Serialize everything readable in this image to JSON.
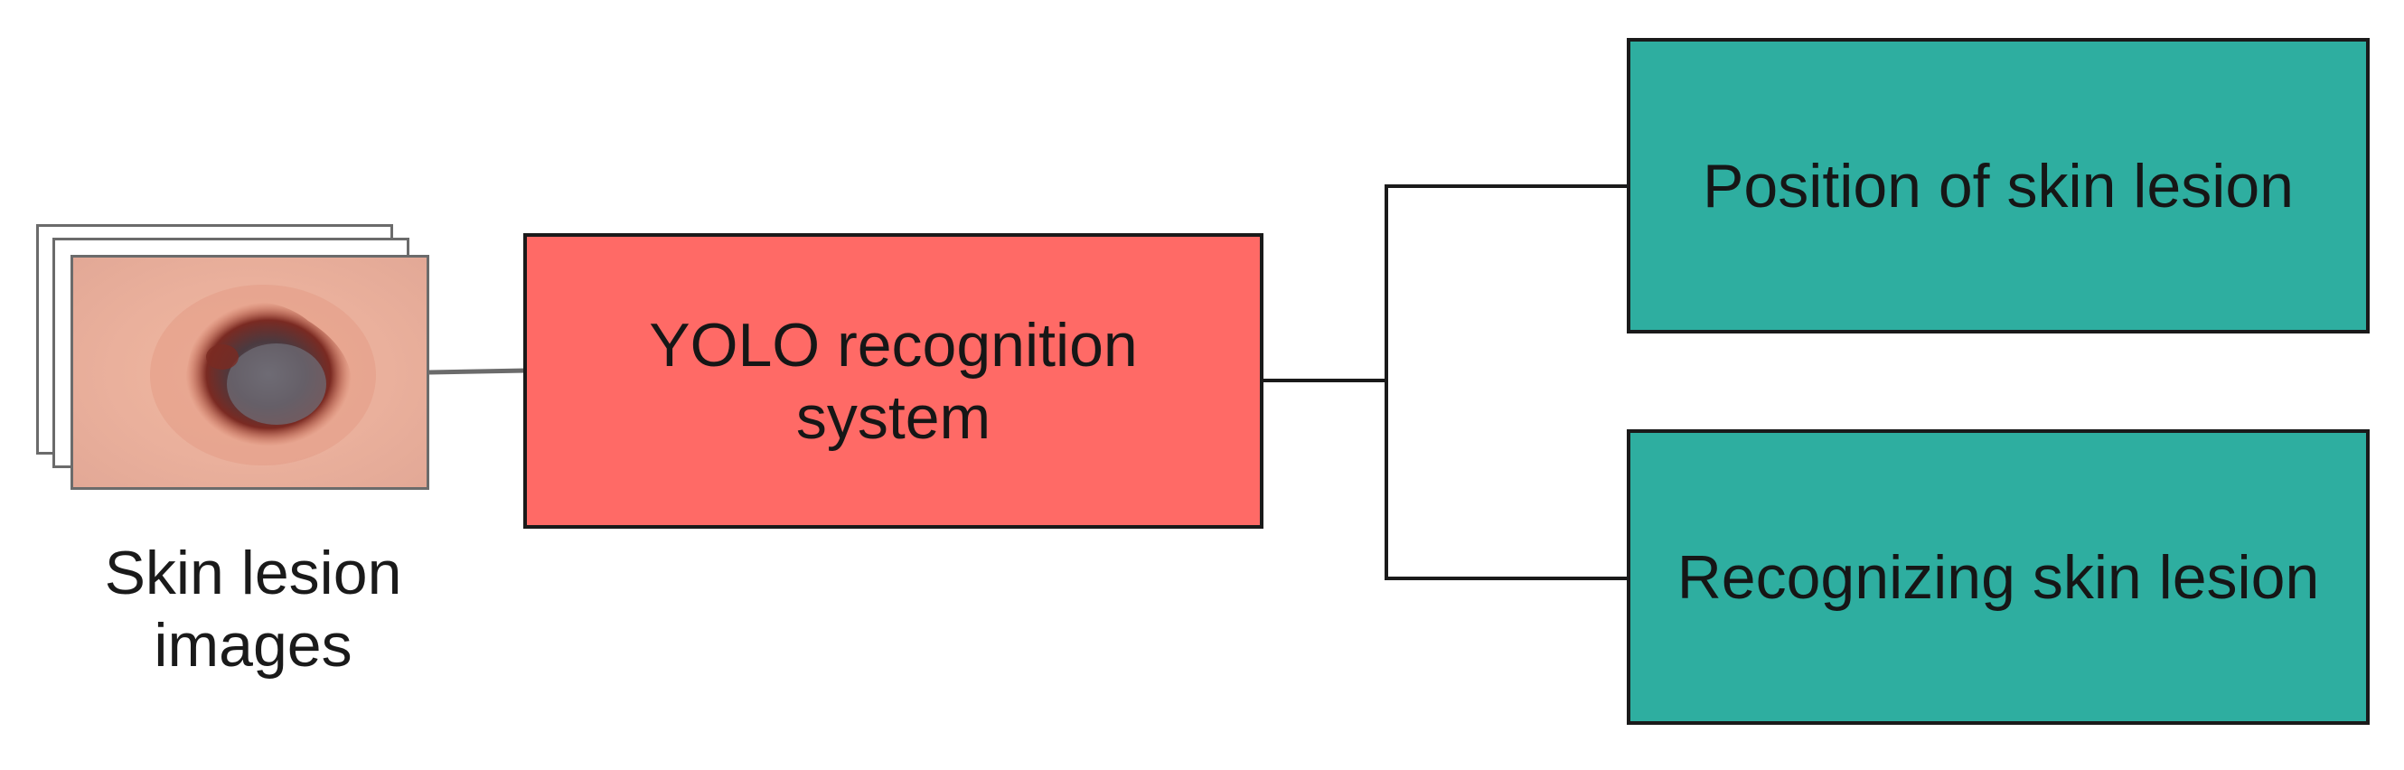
{
  "input": {
    "caption": "Skin lesion images",
    "icon": "skin-lesion-photo-stack-icon"
  },
  "process": {
    "label": "YOLO recognition system",
    "color": "#ff6a66"
  },
  "outputs": [
    {
      "label": "Position of skin lesion",
      "color": "#2eaea0"
    },
    {
      "label": "Recognizing skin lesion",
      "color": "#2eaea0"
    }
  ],
  "colors": {
    "connector": "#1a1a1a",
    "skin": "#eab09c",
    "lesion_core": "#5a4a4e"
  }
}
